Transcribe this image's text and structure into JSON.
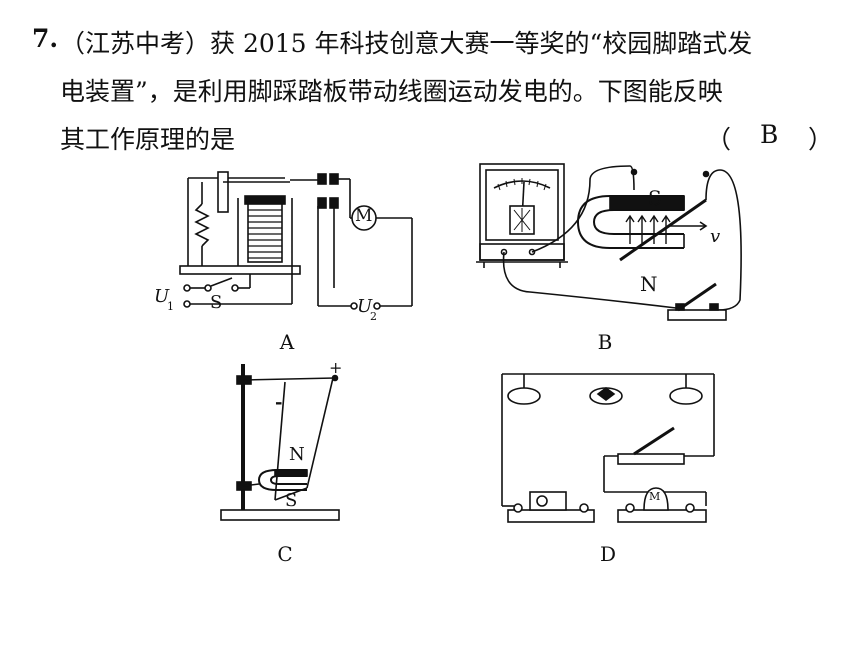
{
  "question": {
    "number": "7.",
    "line1": "（江苏中考）获 2015 年科技创意大赛一等奖的“校园脚踏式发",
    "line2": "电装置”，是利用脚踩踏板带动线圈运动发电的。下图能反映",
    "line3": "其工作原理的是",
    "answer_open": "（",
    "answer": "B",
    "answer_close": "）"
  },
  "figures": {
    "A": {
      "caption": "A",
      "labels": {
        "U1": "U",
        "U1_sub": "1",
        "S": "S",
        "U2": "U",
        "U2_sub": "2",
        "M": "M"
      }
    },
    "B": {
      "caption": "B",
      "labels": {
        "S": "S",
        "N": "N",
        "v": "v"
      }
    },
    "C": {
      "caption": "C",
      "labels": {
        "plus": "+",
        "minus": "-",
        "N": "N",
        "S": "S"
      }
    },
    "D": {
      "caption": "D",
      "labels": {
        "M": "M"
      }
    }
  }
}
